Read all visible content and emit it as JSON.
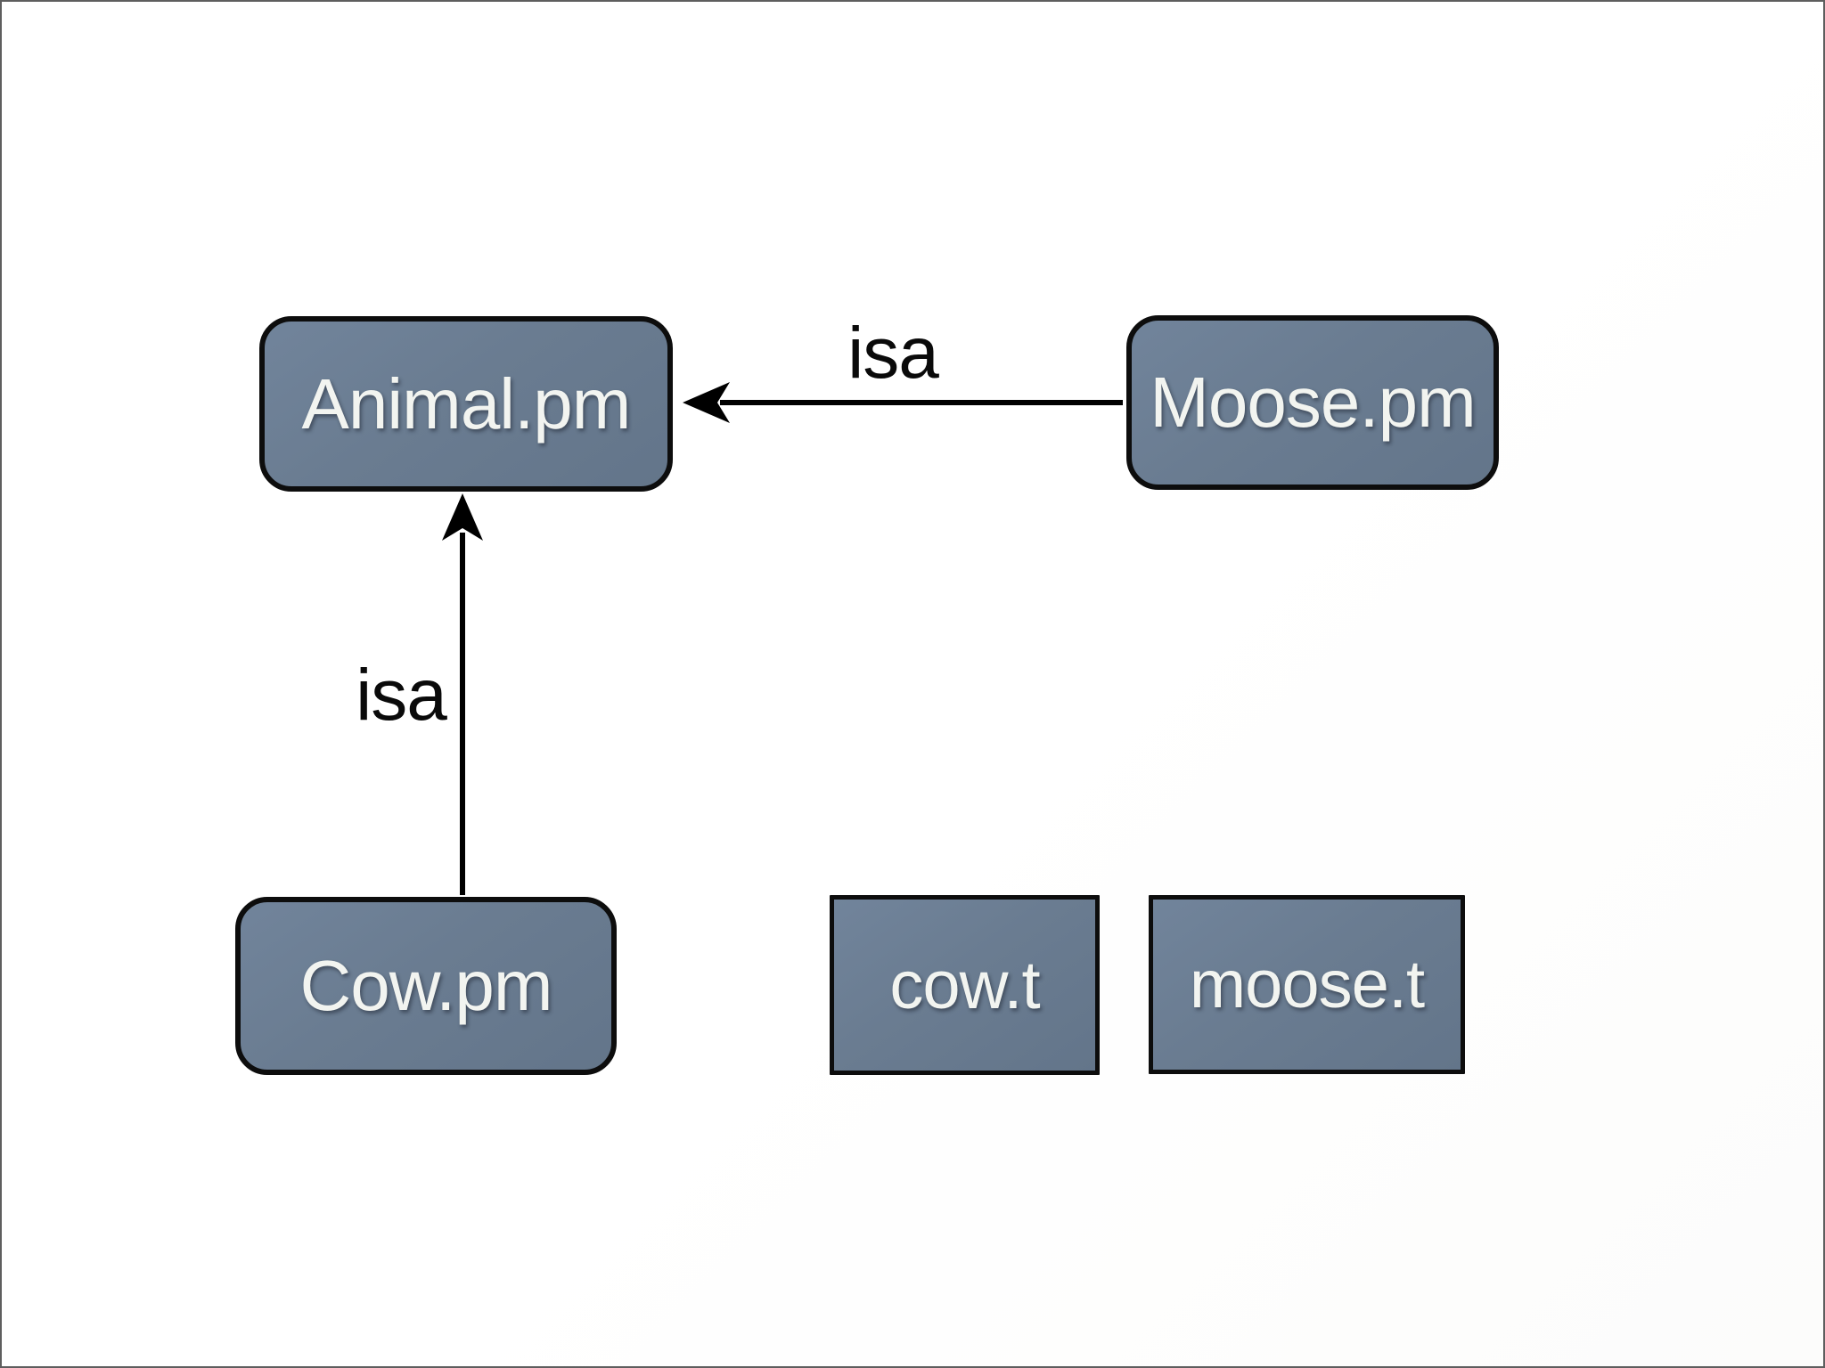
{
  "diagram": {
    "type": "class-inheritance-diagram",
    "nodes": [
      {
        "id": "animal-pm",
        "label": "Animal.pm",
        "shape": "rounded-rect"
      },
      {
        "id": "moose-pm",
        "label": "Moose.pm",
        "shape": "rounded-rect"
      },
      {
        "id": "cow-pm",
        "label": "Cow.pm",
        "shape": "rounded-rect"
      },
      {
        "id": "cow-t",
        "label": "cow.t",
        "shape": "rect"
      },
      {
        "id": "moose-t",
        "label": "moose.t",
        "shape": "rect"
      }
    ],
    "edges": [
      {
        "from": "moose-pm",
        "to": "animal-pm",
        "label": "isa",
        "direction": "horizontal"
      },
      {
        "from": "cow-pm",
        "to": "animal-pm",
        "label": "isa",
        "direction": "vertical"
      }
    ],
    "colors": {
      "node_fill": "#6a7c91",
      "node_border": "#0d0d0d",
      "node_text": "#f2f4f0",
      "edge_stroke": "#000000",
      "edge_label": "#0a0a0a",
      "canvas_background": "#ffffff",
      "canvas_border": "#5e5e5e"
    }
  }
}
